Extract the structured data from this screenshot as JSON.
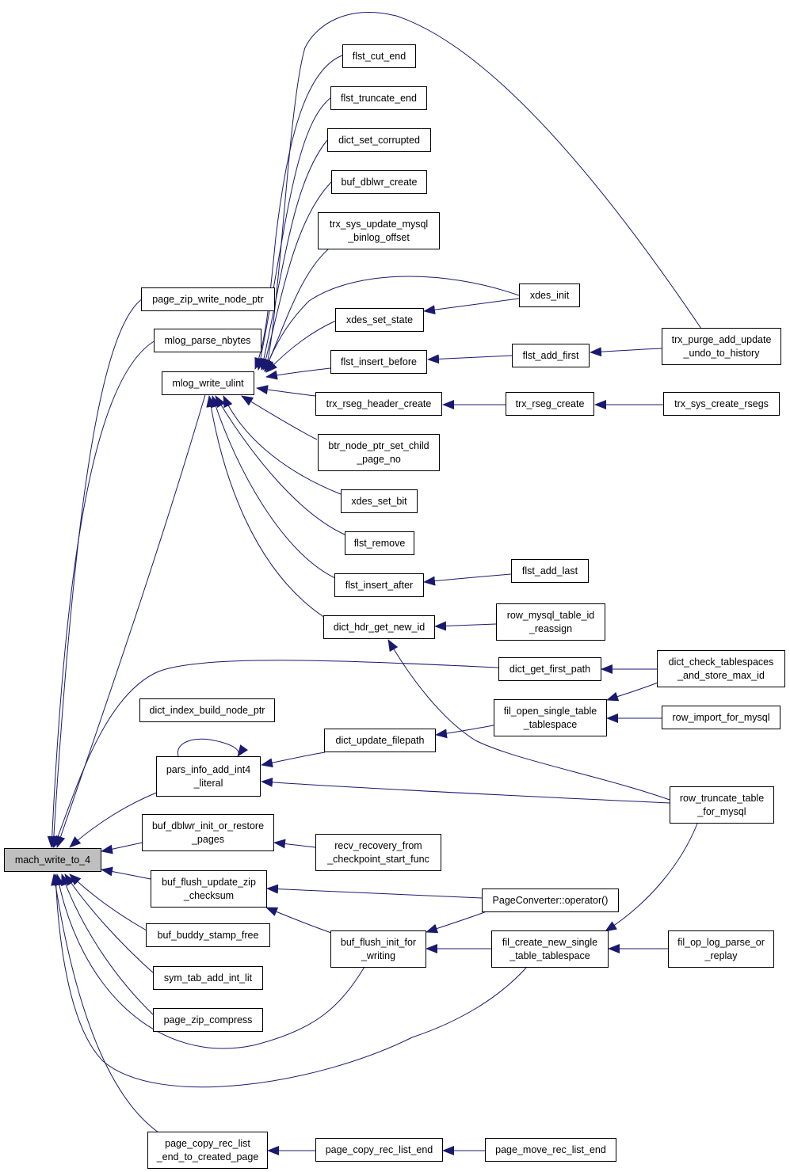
{
  "diagram": {
    "type": "call-graph",
    "edge_color": "#191970",
    "root_fill": "#bfbfbf",
    "nodes": [
      {
        "id": "root",
        "lines": [
          "mach_write_to_4"
        ],
        "root": true
      },
      {
        "id": "page_zip_write_node_ptr",
        "lines": [
          "page_zip_write_node_ptr"
        ]
      },
      {
        "id": "mlog_parse_nbytes",
        "lines": [
          "mlog_parse_nbytes"
        ]
      },
      {
        "id": "mlog_write_ulint",
        "lines": [
          "mlog_write_ulint"
        ]
      },
      {
        "id": "flst_cut_end",
        "lines": [
          "flst_cut_end"
        ]
      },
      {
        "id": "flst_truncate_end",
        "lines": [
          "flst_truncate_end"
        ]
      },
      {
        "id": "dict_set_corrupted",
        "lines": [
          "dict_set_corrupted"
        ]
      },
      {
        "id": "buf_dblwr_create",
        "lines": [
          "buf_dblwr_create"
        ]
      },
      {
        "id": "trx_sys_update_mysql",
        "lines": [
          "trx_sys_update_mysql",
          "_binlog_offset"
        ]
      },
      {
        "id": "xdes_init",
        "lines": [
          "xdes_init"
        ]
      },
      {
        "id": "xdes_set_state",
        "lines": [
          "xdes_set_state"
        ]
      },
      {
        "id": "trx_purge_add_update",
        "lines": [
          "trx_purge_add_update",
          "_undo_to_history"
        ]
      },
      {
        "id": "flst_insert_before",
        "lines": [
          "flst_insert_before"
        ]
      },
      {
        "id": "flst_add_first",
        "lines": [
          "flst_add_first"
        ]
      },
      {
        "id": "trx_rseg_header_create",
        "lines": [
          "trx_rseg_header_create"
        ]
      },
      {
        "id": "trx_rseg_create",
        "lines": [
          "trx_rseg_create"
        ]
      },
      {
        "id": "trx_sys_create_rsegs",
        "lines": [
          "trx_sys_create_rsegs"
        ]
      },
      {
        "id": "btr_node_ptr_set_child",
        "lines": [
          "btr_node_ptr_set_child",
          "_page_no"
        ]
      },
      {
        "id": "xdes_set_bit",
        "lines": [
          "xdes_set_bit"
        ]
      },
      {
        "id": "flst_remove",
        "lines": [
          "flst_remove"
        ]
      },
      {
        "id": "flst_insert_after",
        "lines": [
          "flst_insert_after"
        ]
      },
      {
        "id": "flst_add_last",
        "lines": [
          "flst_add_last"
        ]
      },
      {
        "id": "dict_hdr_get_new_id",
        "lines": [
          "dict_hdr_get_new_id"
        ]
      },
      {
        "id": "row_mysql_table_id",
        "lines": [
          "row_mysql_table_id",
          "_reassign"
        ]
      },
      {
        "id": "dict_get_first_path",
        "lines": [
          "dict_get_first_path"
        ]
      },
      {
        "id": "dict_check_tablespaces",
        "lines": [
          "dict_check_tablespaces",
          "_and_store_max_id"
        ]
      },
      {
        "id": "fil_open_single_table",
        "lines": [
          "fil_open_single_table",
          "_tablespace"
        ]
      },
      {
        "id": "row_import_for_mysql",
        "lines": [
          "row_import_for_mysql"
        ]
      },
      {
        "id": "dict_index_build_node_ptr",
        "lines": [
          "dict_index_build_node_ptr"
        ]
      },
      {
        "id": "dict_update_filepath",
        "lines": [
          "dict_update_filepath"
        ]
      },
      {
        "id": "pars_info_add_int4",
        "lines": [
          "pars_info_add_int4",
          "_literal"
        ]
      },
      {
        "id": "row_truncate_table",
        "lines": [
          "row_truncate_table",
          "_for_mysql"
        ]
      },
      {
        "id": "buf_dblwr_init_or_restore",
        "lines": [
          "buf_dblwr_init_or_restore",
          "_pages"
        ]
      },
      {
        "id": "recv_recovery_from",
        "lines": [
          "recv_recovery_from",
          "_checkpoint_start_func"
        ]
      },
      {
        "id": "buf_flush_update_zip",
        "lines": [
          "buf_flush_update_zip",
          "_checksum"
        ]
      },
      {
        "id": "page_converter_op",
        "lines": [
          "PageConverter::operator()"
        ]
      },
      {
        "id": "buf_buddy_stamp_free",
        "lines": [
          "buf_buddy_stamp_free"
        ]
      },
      {
        "id": "buf_flush_init_for",
        "lines": [
          "buf_flush_init_for",
          "_writing"
        ]
      },
      {
        "id": "fil_create_new_single",
        "lines": [
          "fil_create_new_single",
          "_table_tablespace"
        ]
      },
      {
        "id": "fil_op_log_parse_or",
        "lines": [
          "fil_op_log_parse_or",
          "_replay"
        ]
      },
      {
        "id": "sym_tab_add_int_lit",
        "lines": [
          "sym_tab_add_int_lit"
        ]
      },
      {
        "id": "page_zip_compress",
        "lines": [
          "page_zip_compress"
        ]
      },
      {
        "id": "page_copy_rec_list_end_to",
        "lines": [
          "page_copy_rec_list",
          "_end_to_created_page"
        ]
      },
      {
        "id": "page_copy_rec_list_end",
        "lines": [
          "page_copy_rec_list_end"
        ]
      },
      {
        "id": "page_move_rec_list_end",
        "lines": [
          "page_move_rec_list_end"
        ]
      }
    ]
  }
}
